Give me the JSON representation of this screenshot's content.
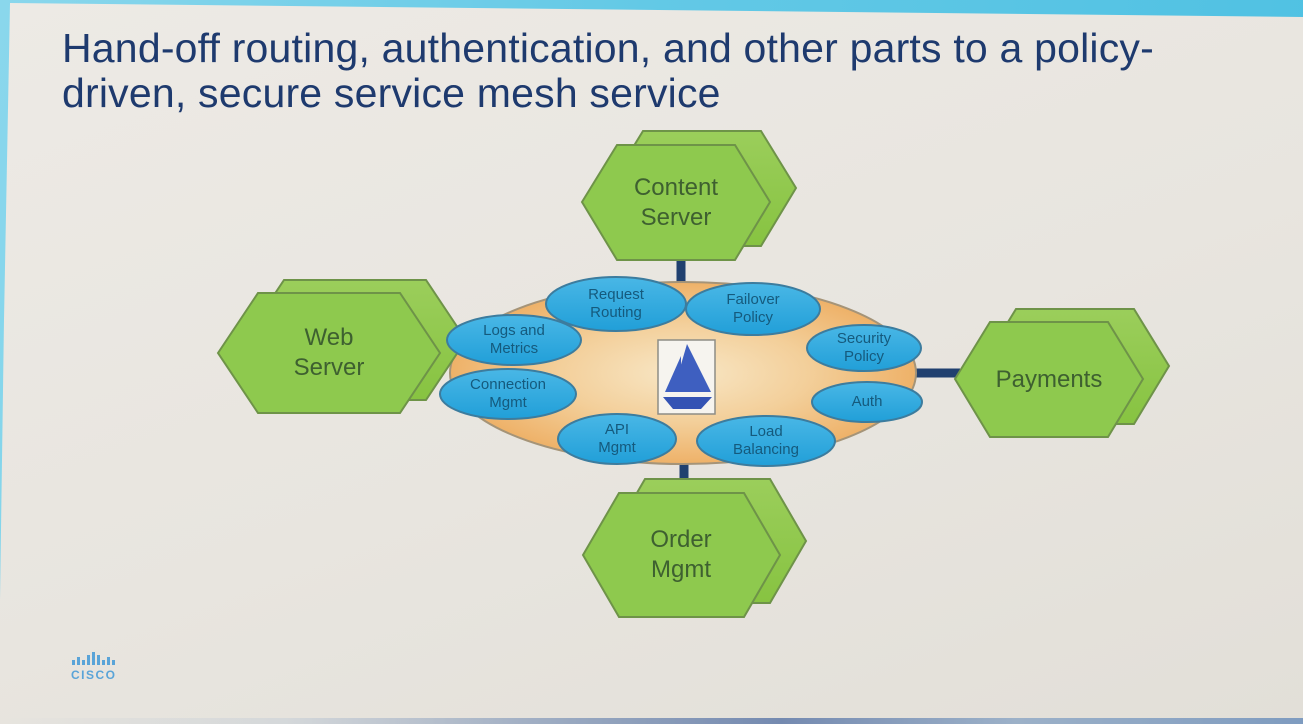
{
  "slide": {
    "title": "Hand-off routing, authentication, and other parts to a policy-driven, secure service mesh service",
    "footer_logo": "CISCO",
    "colors": {
      "frame_cyan": "#63c9e6",
      "slide_background": "#e8e5df",
      "title_navy": "#1e3a6e",
      "hexagon_green": "#8ec94e",
      "hexagon_border": "#6e9348",
      "hexagon_text": "#3e6030",
      "ellipse_blue": "#2aa9e0",
      "ellipse_border": "#3c7c9e",
      "ellipse_text": "#155a7d",
      "mesh_orange": "#eeb066",
      "mesh_border": "#a59478",
      "connector_navy": "#20406f",
      "istio_blue": "#3e5fc0",
      "cisco_blue": "#5aa4d8"
    }
  },
  "diagram": {
    "center_icon": "istio-sailboat-logo",
    "services": [
      {
        "id": "content-server",
        "label": "Content Server"
      },
      {
        "id": "web-server",
        "label": "Web Server"
      },
      {
        "id": "payments",
        "label": "Payments"
      },
      {
        "id": "order-mgmt",
        "label": "Order Mgmt"
      }
    ],
    "mesh_functions": [
      {
        "id": "request-routing",
        "label": "Request Routing"
      },
      {
        "id": "failover-policy",
        "label": "Failover Policy"
      },
      {
        "id": "logs-and-metrics",
        "label": "Logs and Metrics"
      },
      {
        "id": "security-policy",
        "label": "Security Policy"
      },
      {
        "id": "connection-mgmt",
        "label": "Connection Mgmt"
      },
      {
        "id": "auth",
        "label": "Auth"
      },
      {
        "id": "api-mgmt",
        "label": "API Mgmt"
      },
      {
        "id": "load-balancing",
        "label": "Load Balancing"
      }
    ]
  }
}
